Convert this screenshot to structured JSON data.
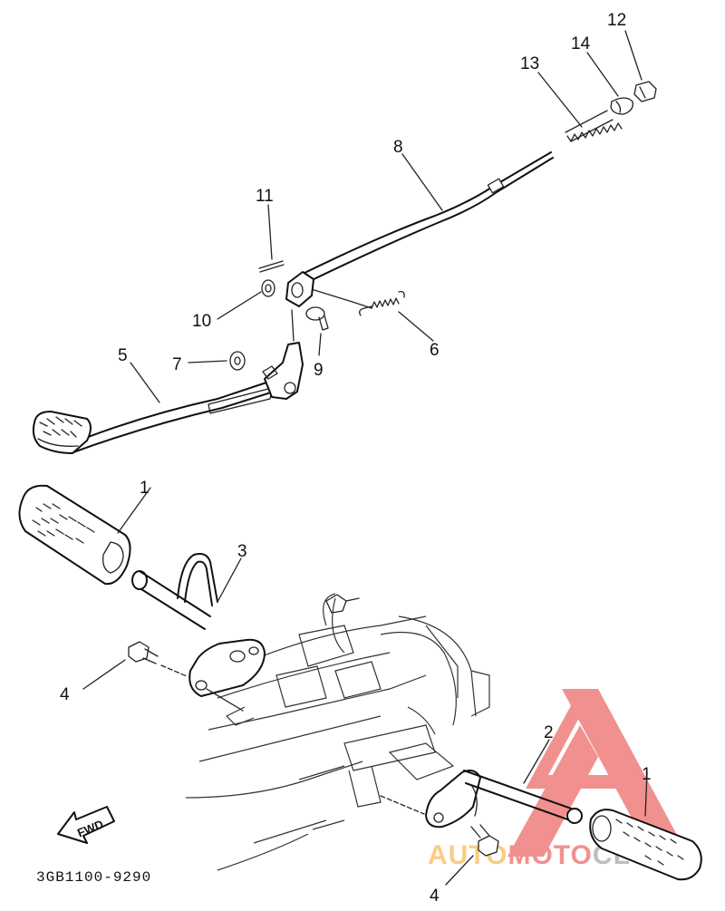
{
  "diagram": {
    "callouts": [
      {
        "id": "c1a",
        "text": "1"
      },
      {
        "id": "c1b",
        "text": "1"
      },
      {
        "id": "c2",
        "text": "2"
      },
      {
        "id": "c3",
        "text": "3"
      },
      {
        "id": "c4a",
        "text": "4"
      },
      {
        "id": "c4b",
        "text": "4"
      },
      {
        "id": "c5",
        "text": "5"
      },
      {
        "id": "c6",
        "text": "6"
      },
      {
        "id": "c7",
        "text": "7"
      },
      {
        "id": "c8",
        "text": "8"
      },
      {
        "id": "c9",
        "text": "9"
      },
      {
        "id": "c10",
        "text": "10"
      },
      {
        "id": "c11",
        "text": "11"
      },
      {
        "id": "c12",
        "text": "12"
      },
      {
        "id": "c13",
        "text": "13"
      },
      {
        "id": "c14",
        "text": "14"
      }
    ],
    "part_code": "3GB1100-9290",
    "direction_label": "FWD"
  },
  "watermark": {
    "text_a": "AUTO",
    "text_b": "MOTO",
    "text_c": "CLUB",
    "color_orange": "#f5a623",
    "color_red": "#e53935",
    "color_gray": "#8a8a8a"
  }
}
